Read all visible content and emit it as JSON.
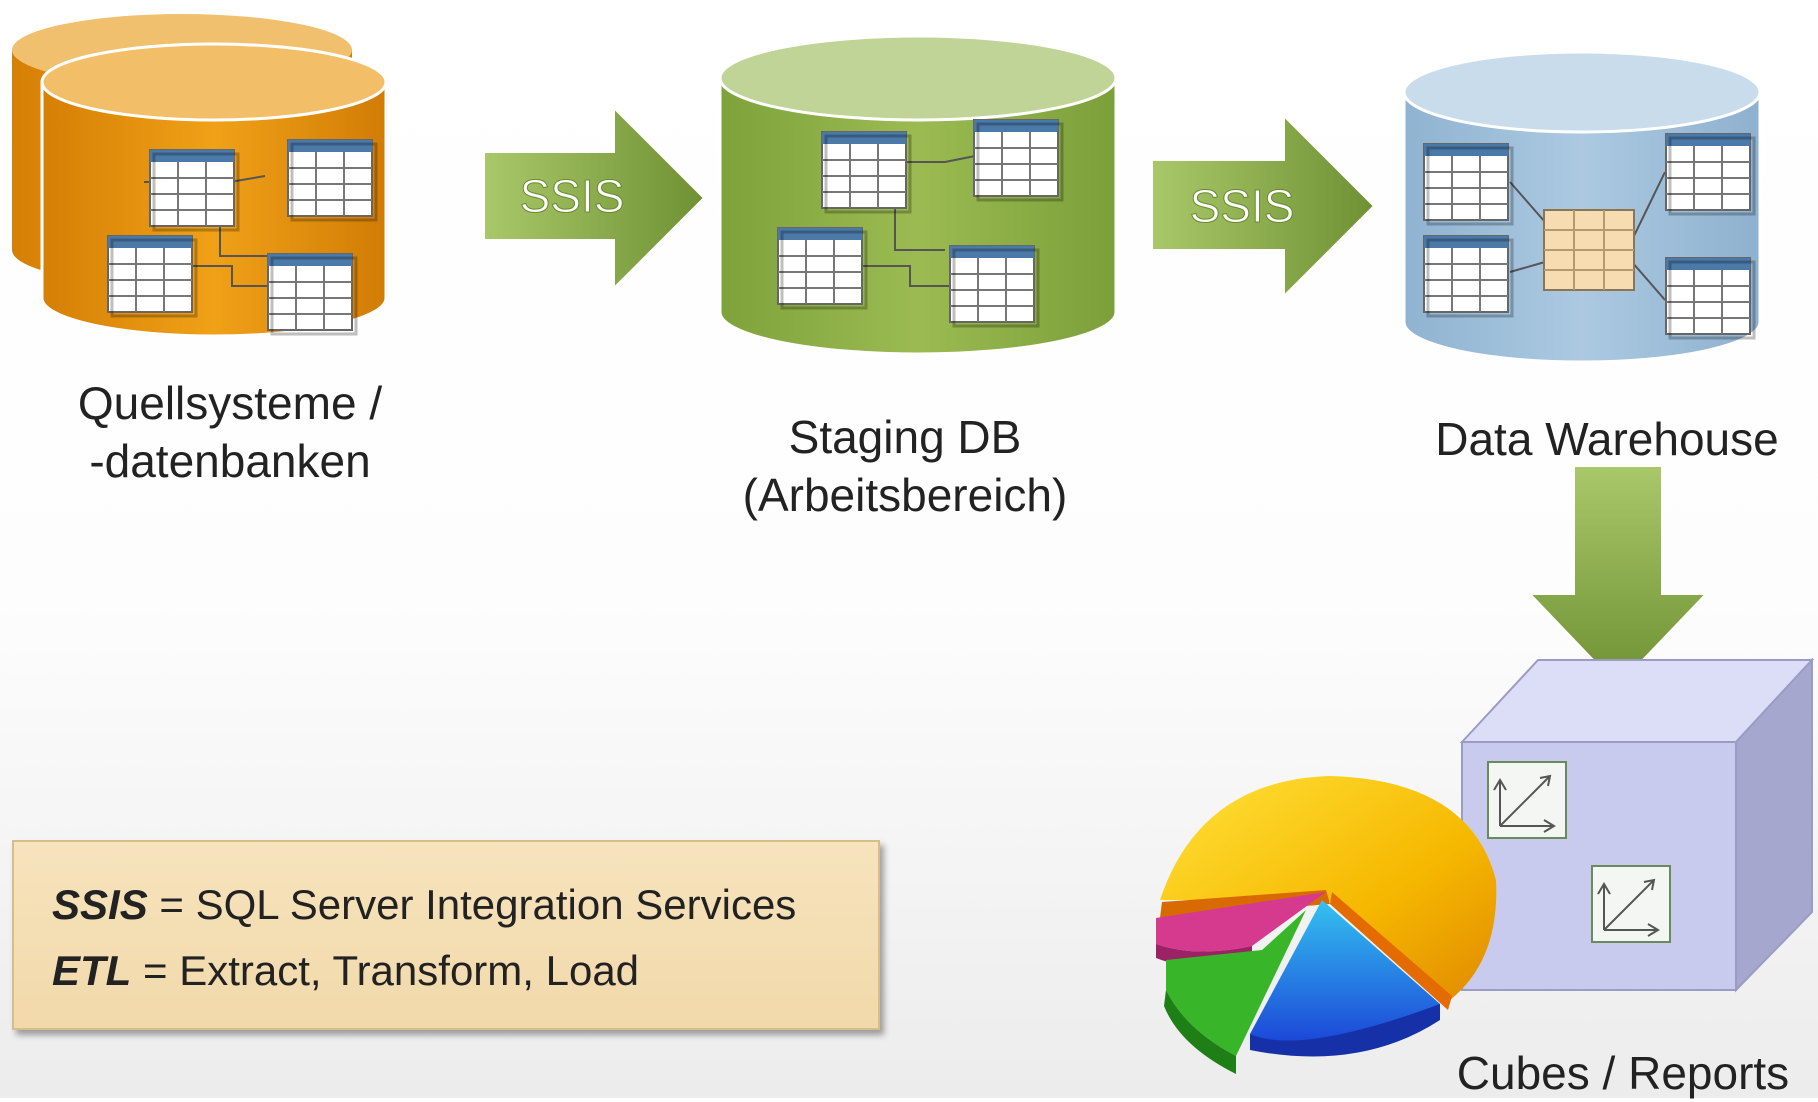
{
  "diagram": {
    "nodes": {
      "source": {
        "icon": "database-stack-icon",
        "label_line1": "Quellsysteme /",
        "label_line2": "-datenbanken",
        "color": "#e8920e"
      },
      "staging": {
        "icon": "database-icon",
        "label_line1": "Staging DB",
        "label_line2": "(Arbeitsbereich)",
        "color": "#92b24c"
      },
      "warehouse": {
        "icon": "database-icon",
        "label": "Data Warehouse",
        "color": "#a3c4dd"
      },
      "cubes": {
        "icon": "cube-pie-chart-icon",
        "label": "Cubes / Reports",
        "color": "#c9cbee"
      }
    },
    "edges": [
      {
        "from": "source",
        "to": "staging",
        "label": "SSIS",
        "icon": "arrow-right-icon"
      },
      {
        "from": "staging",
        "to": "warehouse",
        "label": "SSIS",
        "icon": "arrow-right-icon"
      },
      {
        "from": "warehouse",
        "to": "cubes",
        "label": "",
        "icon": "arrow-down-icon"
      }
    ]
  },
  "legend": {
    "items": [
      {
        "term": "SSIS",
        "definition": "= SQL Server Integration Services"
      },
      {
        "term": "ETL",
        "definition": "= Extract, Transform, Load"
      }
    ]
  }
}
